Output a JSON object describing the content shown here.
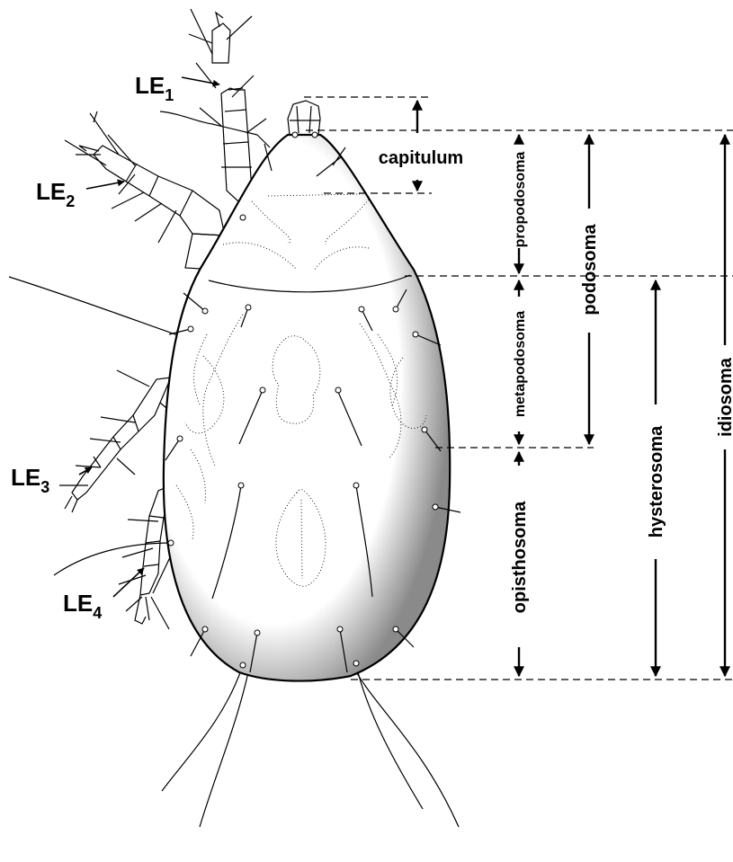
{
  "labels": {
    "le1": {
      "base": "LE",
      "sub": "1"
    },
    "le2": {
      "base": "LE",
      "sub": "2"
    },
    "le3": {
      "base": "LE",
      "sub": "3"
    },
    "le4": {
      "base": "LE",
      "sub": "4"
    },
    "capitulum": "capitulum",
    "propodosoma": "propodosoma",
    "metapodosoma": "metapodosoma",
    "opisthosoma": "opisthosoma",
    "podosoma": "podosoma",
    "hysterosoma": "hysterosoma",
    "idiosoma": "idiosoma"
  }
}
